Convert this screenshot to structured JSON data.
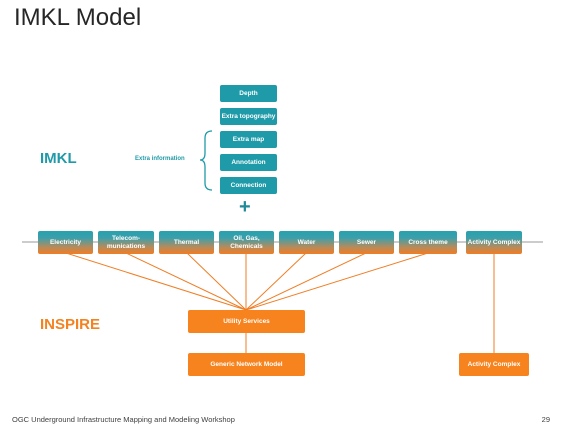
{
  "title": "IMKL Model",
  "labels": {
    "imkl": "IMKL",
    "inspire": "INSPIRE",
    "extra_information": "Extra information",
    "plus": "+"
  },
  "imkl_boxes": [
    "Depth",
    "Extra topography",
    "Extra map",
    "Annotation",
    "Connection"
  ],
  "themes": [
    "Electricity",
    "Telecom-munications",
    "Thermal",
    "Oil, Gas, Chemicals",
    "Water",
    "Sewer",
    "Cross theme",
    "Activity Complex"
  ],
  "inspire_boxes": {
    "utility_services": "Utility Services",
    "generic_network_model": "Generic Network Model",
    "activity_complex": "Activity Complex"
  },
  "footer": {
    "text": "OGC Underground Infrastructure Mapping and Modeling Workshop",
    "page": "29"
  },
  "colors": {
    "teal": "#1f9aa8",
    "orange": "#f7831f",
    "line": "#f07d24",
    "divider": "#9a9a9a"
  }
}
